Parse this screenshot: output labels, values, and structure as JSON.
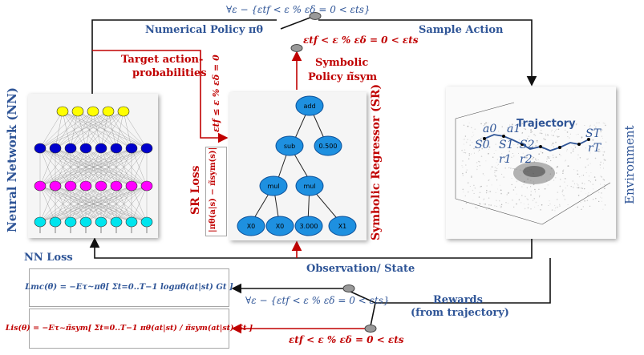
{
  "top_condition": "∀ε − {εtf < ε % εδ = 0 < εts}",
  "numerical_policy": "Numerical Policy πθ",
  "sample_action": "Sample Action",
  "target_prob": [
    "Target action-",
    "probabilities"
  ],
  "mid_condition": "εtf < ε % εδ = 0 < εts",
  "symbolic_policy": [
    "Symbolic",
    "Policy π̃sym"
  ],
  "side_condition": "εtf ≤ ε % εδ = 0",
  "nn_label": "Neural Network (NN)",
  "sr_loss": "SR Loss",
  "sr_loss_formula": "|πθ(a|s) − π̃sym(s)|",
  "sr_label": "Symbolic Regressor (SR)",
  "env_label": "Environment",
  "trajectory": {
    "title": "Trajectory",
    "states": [
      "S0",
      "S1",
      "S2",
      "ST"
    ],
    "actions": [
      "a0",
      "a1"
    ],
    "rewards": [
      "r1",
      "r2",
      "rT"
    ]
  },
  "nn_loss": "NN Loss",
  "observation": "Observation/ State",
  "rewards": [
    "Rewards",
    "(from trajectory)"
  ],
  "bottom_condition_1": "∀ε − {εtf < ε % εδ = 0 < εts}",
  "bottom_condition_2": "εtf < ε % εδ = 0 < εts",
  "loss_mc": "Lmc(θ) = −Eτ~πθ[ Σt=0..T−1 logπθ(at|st) Gt ]",
  "loss_is": "Lis(θ) = −Eτ~π̃sym[ Σt=0..T−1 πθ(at|st) / π̃sym(at|st) Gt ]",
  "tree": {
    "root": "add",
    "n1": "sub",
    "n2": "0.500",
    "n3": "mul",
    "n4": "mul",
    "l1": "X0",
    "l2": "X0",
    "l3": "3.000",
    "l4": "X1"
  },
  "colors": {
    "blue_text": "#2f5597",
    "red_text": "#c00000",
    "node_yellow": "#ffff00",
    "node_navy": "#0000cc",
    "node_magenta": "#ff00ff",
    "node_cyan": "#00e5ee",
    "tree_node": "#1e90e0"
  }
}
